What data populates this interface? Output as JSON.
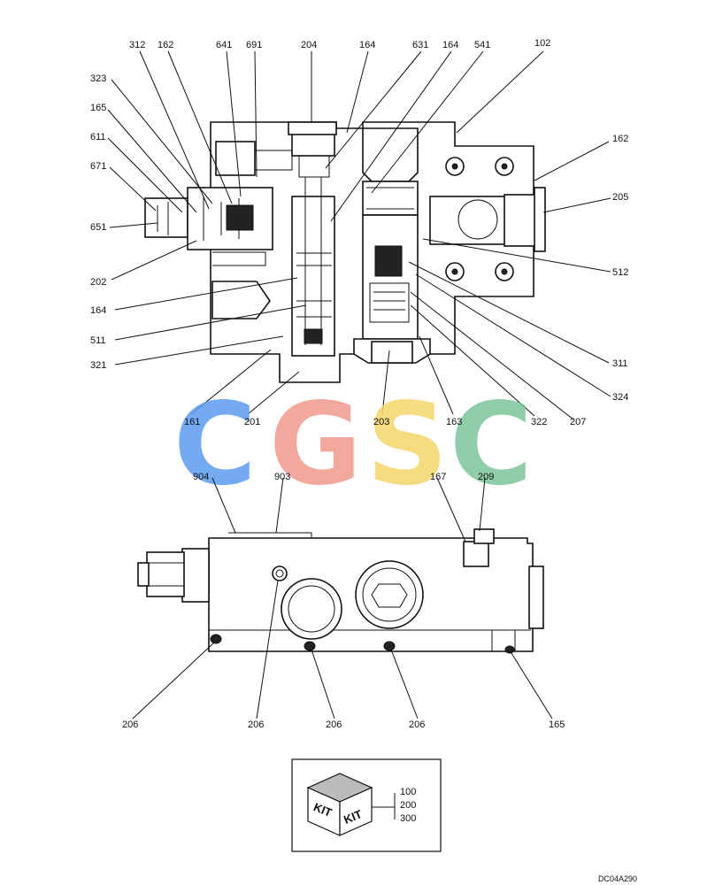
{
  "top_view_labels": [
    {
      "id": "312",
      "text": "312"
    },
    {
      "id": "162a",
      "text": "162"
    },
    {
      "id": "641",
      "text": "641"
    },
    {
      "id": "691",
      "text": "691"
    },
    {
      "id": "204",
      "text": "204"
    },
    {
      "id": "164a",
      "text": "164"
    },
    {
      "id": "631",
      "text": "631"
    },
    {
      "id": "164b",
      "text": "164"
    },
    {
      "id": "541",
      "text": "541"
    },
    {
      "id": "102",
      "text": "102"
    },
    {
      "id": "323",
      "text": "323"
    },
    {
      "id": "165a",
      "text": "165"
    },
    {
      "id": "611",
      "text": "611"
    },
    {
      "id": "671",
      "text": "671"
    },
    {
      "id": "651",
      "text": "651"
    },
    {
      "id": "202",
      "text": "202"
    },
    {
      "id": "164c",
      "text": "164"
    },
    {
      "id": "511",
      "text": "511"
    },
    {
      "id": "321",
      "text": "321"
    },
    {
      "id": "162b",
      "text": "162"
    },
    {
      "id": "205",
      "text": "205"
    },
    {
      "id": "512",
      "text": "512"
    },
    {
      "id": "311",
      "text": "311"
    },
    {
      "id": "324",
      "text": "324"
    },
    {
      "id": "207",
      "text": "207"
    },
    {
      "id": "322",
      "text": "322"
    },
    {
      "id": "163",
      "text": "163"
    },
    {
      "id": "203",
      "text": "203"
    },
    {
      "id": "201",
      "text": "201"
    },
    {
      "id": "161",
      "text": "161"
    }
  ],
  "bottom_view_labels": [
    {
      "id": "904",
      "text": "904"
    },
    {
      "id": "903",
      "text": "903"
    },
    {
      "id": "167",
      "text": "167"
    },
    {
      "id": "209",
      "text": "209"
    },
    {
      "id": "206a",
      "text": "206"
    },
    {
      "id": "206b",
      "text": "206"
    },
    {
      "id": "206c",
      "text": "206"
    },
    {
      "id": "206d",
      "text": "206"
    },
    {
      "id": "165b",
      "text": "165"
    }
  ],
  "watermark": {
    "letters": [
      "C",
      "G",
      "S",
      "C"
    ],
    "colors": [
      "#5b9cf0",
      "#f29a8e",
      "#f5d66a",
      "#7cc49a"
    ]
  },
  "kit": {
    "face_left": "KIT",
    "face_right": "KIT",
    "numbers": [
      "100",
      "200",
      "300"
    ]
  },
  "drawing_code": "DC04A290"
}
